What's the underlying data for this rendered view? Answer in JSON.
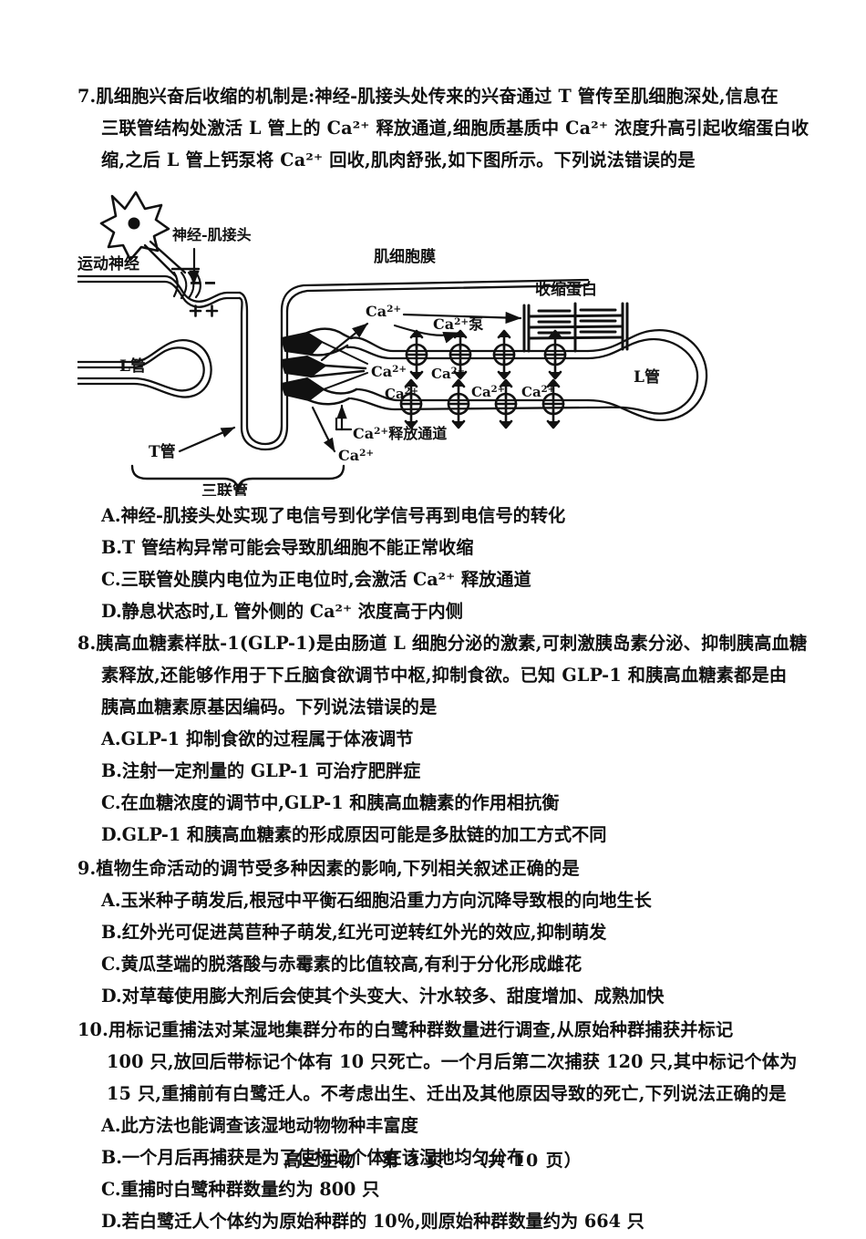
{
  "document": {
    "subject_footer": "高三生物",
    "page_label": "第 3 页",
    "total_label": "（共 10 页）"
  },
  "questions": [
    {
      "number": "7",
      "stem_lines": [
        "7.肌细胞兴奋后收缩的机制是:神经-肌接头处传来的兴奋通过 T 管传至肌细胞深处,信息在",
        "三联管结构处激活 L 管上的 Ca²⁺ 释放通道,细胞质基质中 Ca²⁺ 浓度升高引起收缩蛋白收",
        "缩,之后 L 管上钙泵将 Ca²⁺ 回收,肌肉舒张,如下图所示。下列说法错误的是"
      ],
      "options": [
        "A.神经-肌接头处实现了电信号到化学信号再到电信号的转化",
        "B.T 管结构异常可能会导致肌细胞不能正常收缩",
        "C.三联管处膜内电位为正电位时,会激活 Ca²⁺ 释放通道",
        "D.静息状态时,L 管外侧的 Ca²⁺ 浓度高于内侧"
      ]
    },
    {
      "number": "8",
      "stem_lines": [
        "8.胰高血糖素样肽-1(GLP-1)是由肠道 L 细胞分泌的激素,可刺激胰岛素分泌、抑制胰高血糖",
        "素释放,还能够作用于下丘脑食欲调节中枢,抑制食欲。已知 GLP-1 和胰高血糖素都是由",
        "胰高血糖素原基因编码。下列说法错误的是"
      ],
      "options": [
        "A.GLP-1 抑制食欲的过程属于体液调节",
        "B.注射一定剂量的 GLP-1 可治疗肥胖症",
        "C.在血糖浓度的调节中,GLP-1 和胰高血糖素的作用相抗衡",
        "D.GLP-1 和胰高血糖素的形成原因可能是多肽链的加工方式不同"
      ]
    },
    {
      "number": "9",
      "stem_lines": [
        "9.植物生命活动的调节受多种因素的影响,下列相关叙述正确的是"
      ],
      "options": [
        "A.玉米种子萌发后,根冠中平衡石细胞沿重力方向沉降导致根的向地生长",
        "B.红外光可促进莴苣种子萌发,红光可逆转红外光的效应,抑制萌发",
        "C.黄瓜茎端的脱落酸与赤霉素的比值较高,有利于分化形成雌花",
        "D.对草莓使用膨大剂后会使其个头变大、汁水较多、甜度增加、成熟加快"
      ]
    },
    {
      "number": "10",
      "stem_lines": [
        "10.用标记重捕法对某湿地集群分布的白鹭种群数量进行调查,从原始种群捕获并标记",
        "100 只,放回后带标记个体有 10 只死亡。一个月后第二次捕获 120 只,其中标记个体为",
        "15 只,重捕前有白鹭迁人。不考虑出生、迁出及其他原因导致的死亡,下列说法正确的是"
      ],
      "options": [
        "A.此方法也能调查该湿地动物物种丰富度",
        "B.一个月后再捕获是为了使标记个体在该湿地均匀分布",
        "C.重捕时白鹭种群数量约为 800 只",
        "D.若白鹭迁人个体约为原始种群的 10％,则原始种群数量约为 664 只"
      ]
    }
  ],
  "figure": {
    "caption_labels": {
      "motor_neuron": "运动神经",
      "neuromuscular_junction": "神经-肌接头",
      "muscle_cell_membrane": "肌细胞膜",
      "contractile_protein": "收缩蛋白",
      "l_tube_left": "L管",
      "l_tube_right": "L管",
      "t_tube": "T管",
      "triad": "三联管",
      "ca_release_channel": "Ca²⁺释放通道",
      "ca_pump": "Ca²⁺泵",
      "ca_ion": "Ca²⁺",
      "charge_negative": "- -",
      "charge_positive": "+ +"
    },
    "ion_labels": [
      "Ca²⁺",
      "Ca²⁺",
      "Ca²⁺",
      "Ca²⁺",
      "Ca²⁺",
      "Ca²⁺",
      "Ca²⁺"
    ],
    "line_color": "#111111",
    "background": "#ffffff"
  }
}
